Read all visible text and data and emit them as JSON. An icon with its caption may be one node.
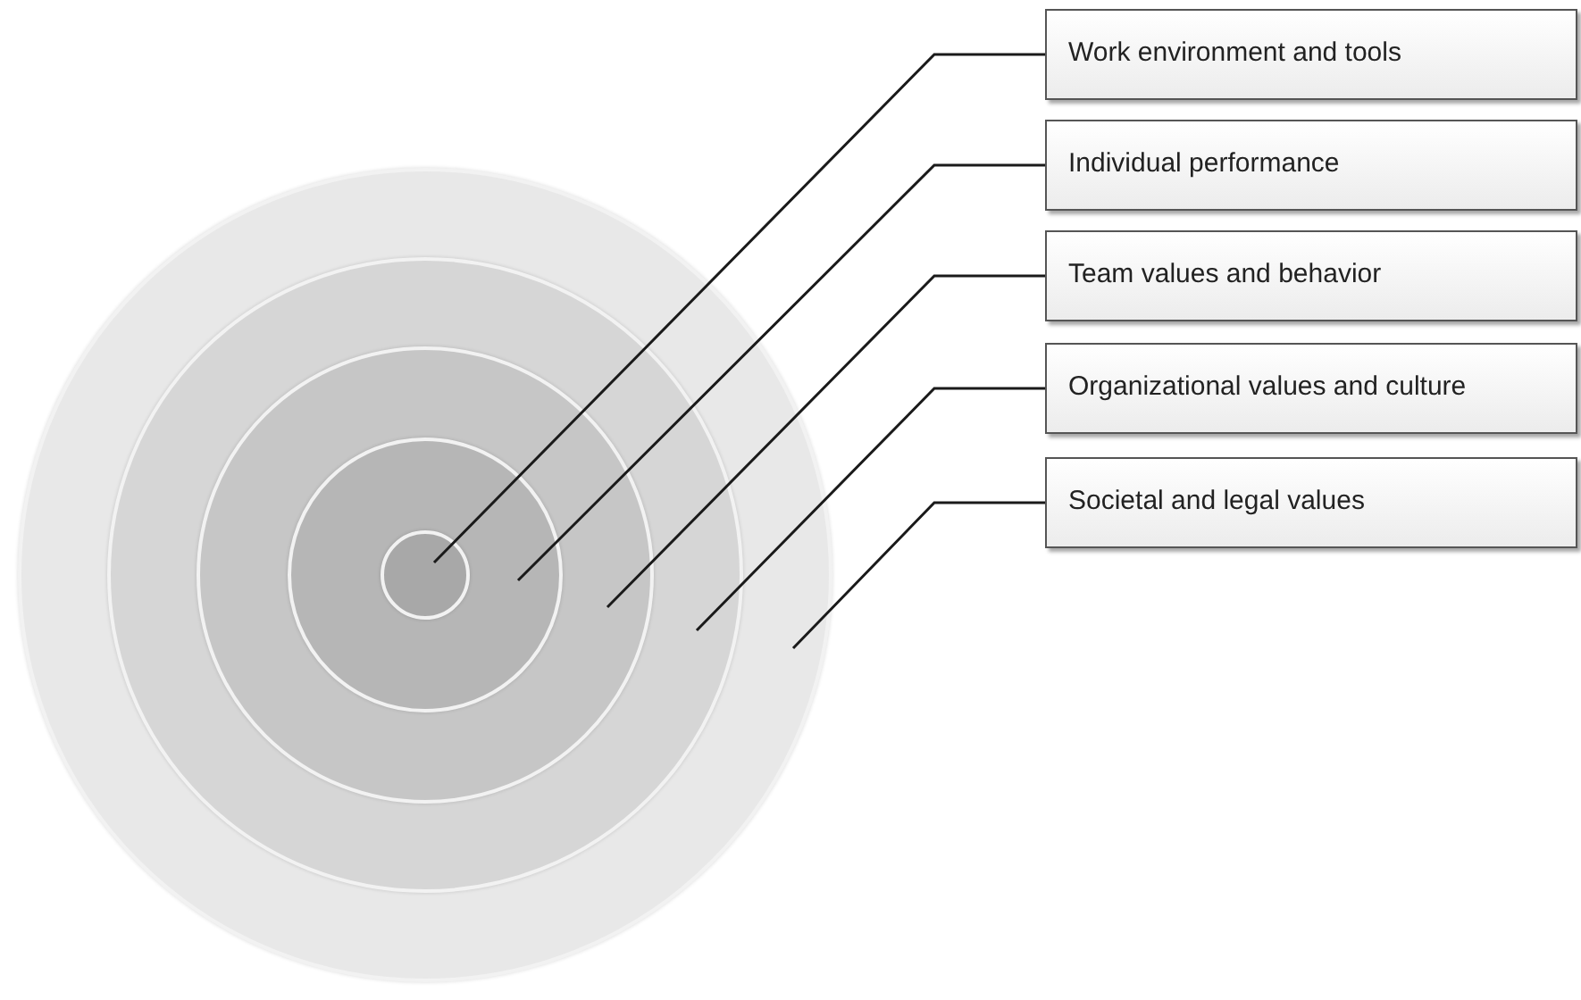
{
  "diagram": {
    "nodes": [
      {
        "text": [],
        "shape": "circle"
      },
      {
        "text": [],
        "shape": "circle",
        "in": 0
      },
      {
        "text": [],
        "shape": "circle",
        "in": 1
      },
      {
        "text": [],
        "shape": "circle",
        "in": 2
      },
      {
        "text": [],
        "shape": "circle",
        "in": 3
      },
      {
        "text": [
          "Work environment and tools"
        ]
      },
      {
        "text": [
          "Individual performance"
        ]
      },
      {
        "text": [
          "Team values and behavior"
        ]
      },
      {
        "text": [
          "Organizational values and culture"
        ]
      },
      {
        "text": [
          "Societal and legal values"
        ]
      }
    ],
    "edges": [
      {
        "from": 5,
        "to": 4,
        "arrow": "none"
      },
      {
        "from": 6,
        "to": 3,
        "arrow": "none"
      },
      {
        "from": 7,
        "to": 2,
        "arrow": "none"
      },
      {
        "from": 8,
        "to": 1,
        "arrow": "none"
      },
      {
        "from": 9,
        "to": 0,
        "arrow": "none"
      }
    ]
  }
}
